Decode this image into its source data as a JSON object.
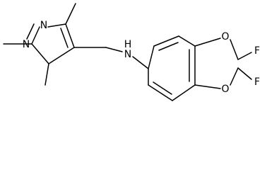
{
  "molecule": {
    "atoms": {
      "n_pyrazole_2": "N",
      "n_pyrazole_1": "N",
      "nh_amine": "N",
      "h_amine": "H",
      "o_upper": "O",
      "o_lower": "O",
      "f_upper": "F",
      "f_lower": "F"
    }
  }
}
